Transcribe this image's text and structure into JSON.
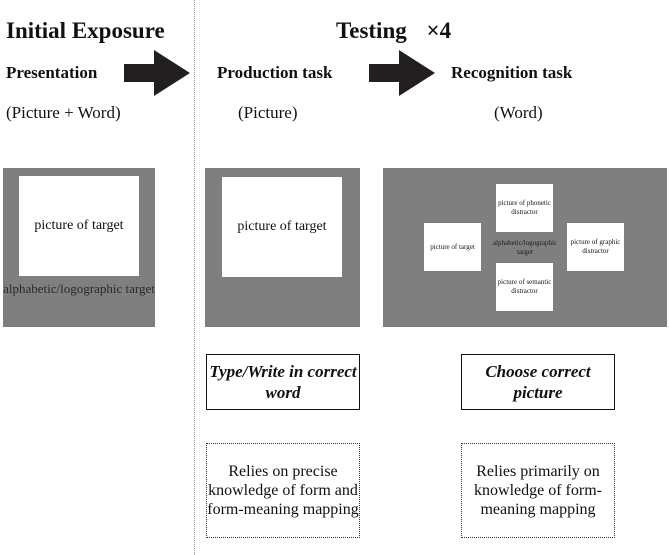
{
  "header": {
    "initial_exposure": "Initial Exposure",
    "testing": "Testing",
    "repeat": "×4"
  },
  "columns": {
    "presentation": {
      "title": "Presentation",
      "modality": "(Picture + Word)"
    },
    "production": {
      "title": "Production task",
      "modality": "(Picture)"
    },
    "recognition": {
      "title": "Recognition task",
      "modality": "(Word)"
    }
  },
  "screens": {
    "presentation": {
      "card": "picture of target",
      "word": "alphabetic/logographic target"
    },
    "production": {
      "card": "picture of target"
    },
    "recognition": {
      "top": "picture of phonetic distractor",
      "left": "picture of target",
      "center": "alphabetic/logographic target",
      "right": "picture of graphic distractor",
      "bottom": "picture of semantic distractor"
    }
  },
  "tasks": {
    "production": "Type/Write in correct word",
    "recognition": "Choose correct picture"
  },
  "notes": {
    "production": "Relies on precise knowledge of form and form-meaning mapping",
    "recognition": "Relies primarily on knowledge of form-meaning mapping"
  },
  "colors": {
    "screen": "#7f7f7f",
    "arrow": "#231f20",
    "divider": "#9a9a9a"
  },
  "icons": [
    "arrow-right-icon"
  ]
}
